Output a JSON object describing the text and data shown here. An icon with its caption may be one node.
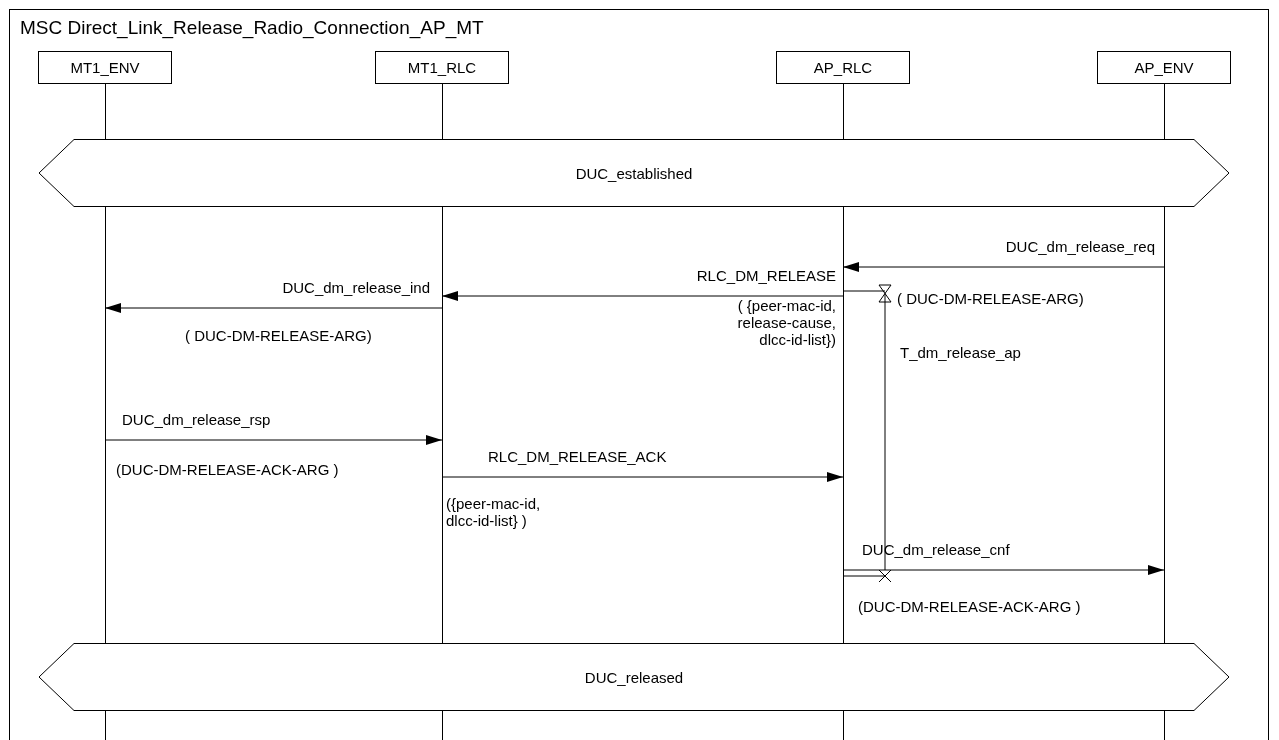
{
  "diagram": {
    "title": "MSC Direct_Link_Release_Radio_Connection_AP_MT",
    "nodes": [
      {
        "text": [
          "MT1_ENV"
        ]
      },
      {
        "text": [
          "MT1_RLC"
        ]
      },
      {
        "text": [
          "AP_RLC"
        ]
      },
      {
        "text": [
          "AP_ENV"
        ]
      },
      {
        "text": [
          "DUC_established"
        ]
      },
      {
        "text": [
          "DUC_released"
        ]
      }
    ],
    "edges": [
      {
        "from": 3,
        "to": 2,
        "arrow": "to",
        "label": "DUC_dm_release_req"
      },
      {
        "from": 2,
        "to": 1,
        "arrow": "to",
        "label": "RLC_DM_RELEASE"
      },
      {
        "from": 1,
        "to": 0,
        "arrow": "to",
        "label": "DUC_dm_release_ind"
      },
      {
        "from": 0,
        "to": 1,
        "arrow": "to",
        "label": "DUC_dm_release_rsp"
      },
      {
        "from": 1,
        "to": 2,
        "arrow": "to",
        "label": "RLC_DM_RELEASE_ACK"
      },
      {
        "from": 2,
        "to": 3,
        "arrow": "to",
        "label": "DUC_dm_release_cnf"
      }
    ],
    "labels": [
      "( DUC-DM-RELEASE-ARG)",
      "( {peer-mac-id, release-cause, dlcc-id-list})",
      "( DUC-DM-RELEASE-ARG)",
      "T_dm_release_ap",
      "(DUC-DM-RELEASE-ACK-ARG )",
      "({peer-mac-id, dlcc-id-list} )",
      "(DUC-DM-RELEASE-ACK-ARG )"
    ]
  }
}
